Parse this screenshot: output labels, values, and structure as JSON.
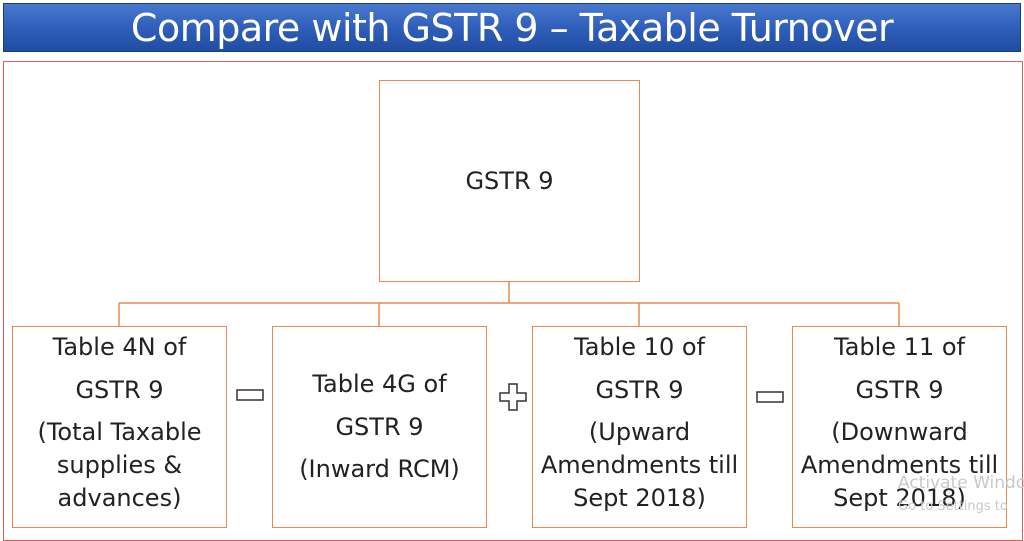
{
  "title": "Compare with GSTR 9 – Taxable Turnover",
  "colors": {
    "title_bar": "#2f5fb9",
    "box_border": "#e8894f",
    "frame_border": "#e06060",
    "text": "#222222"
  },
  "root": {
    "label": "GSTR 9"
  },
  "children": [
    {
      "line1": "Table 4N of",
      "line2": "GSTR 9",
      "line3": "(Total Taxable",
      "line4": "supplies &",
      "line5": "advances)"
    },
    {
      "line1": "Table 4G of",
      "line2": "GSTR  9",
      "line3": "(Inward RCM)"
    },
    {
      "line1": "Table 10 of",
      "line2": "GSTR 9",
      "line3": "(Upward",
      "line4": "Amendments till",
      "line5": "Sept 2018)"
    },
    {
      "line1": "Table 11 of",
      "line2": "GSTR 9",
      "line3": "(Downward",
      "line4": "Amendments till",
      "line5": "Sept 2018)"
    }
  ],
  "operators": [
    "minus-icon",
    "plus-icon",
    "minus-icon"
  ],
  "watermark": {
    "line1": "Activate Windo",
    "line2": "Go to Settings to"
  }
}
